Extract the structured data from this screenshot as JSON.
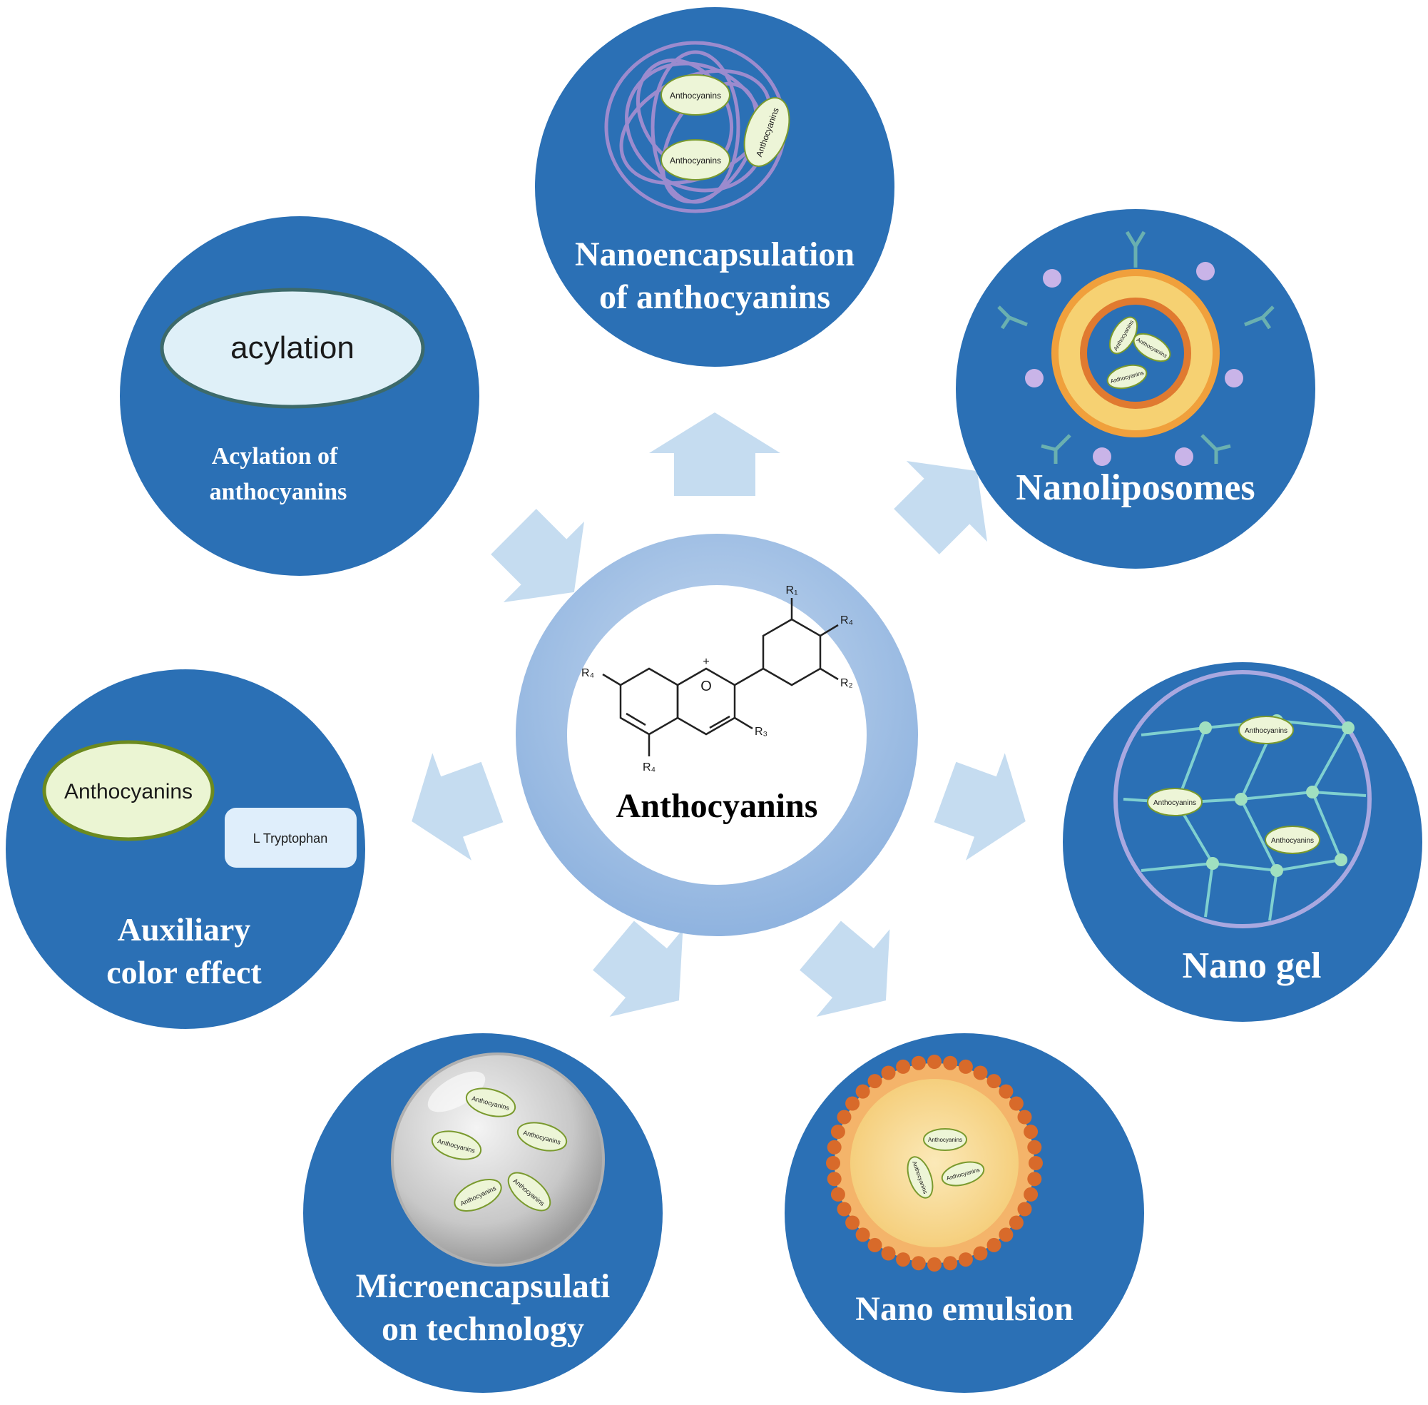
{
  "colors": {
    "node_fill": "#2b70b5",
    "arrow_fill": "#c5dcf0",
    "ring_outer": "#a9c6e8",
    "ring_inner": "#ffffff",
    "capsule_fill": "#edf5d7",
    "capsule_stroke": "#7a9a2e"
  },
  "center": {
    "title": "Anthocyanins",
    "structure_labels": {
      "r1": "R₁",
      "r2": "R₂",
      "r3": "R₃",
      "r4_top": "R₄",
      "r4_left": "R₄",
      "r4_bottom": "R₄",
      "oxygen": "O",
      "charge": "+"
    }
  },
  "nodes": {
    "nanoencapsulation": {
      "line1": "Nanoencapsulation",
      "line2": "of anthocyanins",
      "capsule_label": "Anthocyanins"
    },
    "nanoliposomes": {
      "line1": "Nanoliposomes",
      "capsule_label": "Anthocyanins"
    },
    "nanogel": {
      "line1": "Nano gel",
      "capsule_label": "Anthocyanins"
    },
    "nanoemulsion": {
      "line1": "Nano emulsion",
      "capsule_label": "Anthocyanins"
    },
    "microencapsulation": {
      "line1": "Microencapsulati",
      "line2": "on technology",
      "capsule_label": "Anthocyanins"
    },
    "auxiliary": {
      "line1": "Auxiliary",
      "line2": "color effect",
      "capsule_label": "Anthocyanins",
      "box_label": "L Tryptophan"
    },
    "acylation": {
      "line1": "Acylation of",
      "line2": "anthocyanins",
      "oval_label": "acylation"
    }
  }
}
